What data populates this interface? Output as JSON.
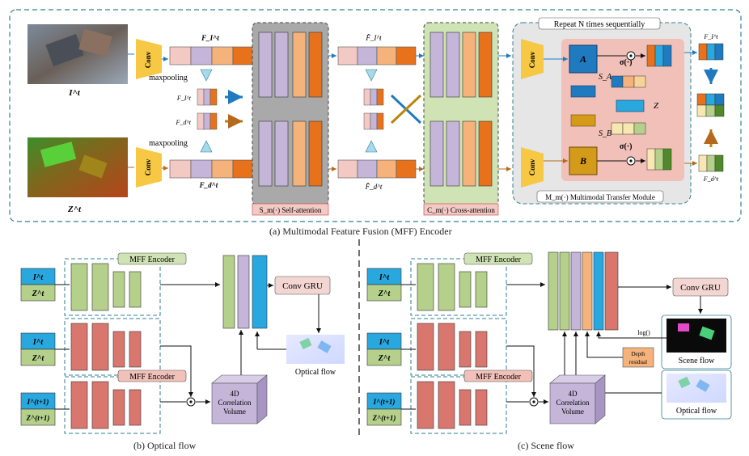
{
  "panel_a": {
    "caption": "(a) Multimodal Feature Fusion (MFF) Encoder",
    "input_rgb": "I^t",
    "input_depth": "Z^t",
    "conv": "Conv",
    "maxpooling": "maxpooling",
    "feat_top": "F_I^t",
    "feat_bottom": "F_d^t",
    "pool_top": "F_I^t",
    "pool_bottom": "F_d^t",
    "self_attention": "S_m(·) Self-attention",
    "cross_attention": "C_m(·) Cross-attention",
    "hat_top": "F̂_I^t",
    "hat_bottom": "F̂_d^t",
    "repeat": "Repeat N times sequentially",
    "transfer": "M_m(·) Multimodal Transfer Module",
    "A": "A",
    "B": "B",
    "Z": "Z",
    "SA": "S_A",
    "SB": "S_B",
    "sigma": "σ(·)",
    "out_top": "F_I^t",
    "out_bottom": "F_d^t"
  },
  "panel_b": {
    "caption": "(b) Optical flow",
    "mff_top": "MFF Encoder",
    "mff_bottom": "MFF Encoder",
    "conv_gru": "Conv GRU",
    "corr": "4D Correlation Volume",
    "output": "Optical flow",
    "in1a": "I^t",
    "in1b": "Z^t",
    "in2a": "I^t",
    "in2b": "Z^t",
    "in3a": "I^(t+1)",
    "in3b": "Z^(t+1)"
  },
  "panel_c": {
    "caption": "(c) Scene flow",
    "mff_top": "MFF Encoder",
    "mff_bottom": "MFF Encoder",
    "conv_gru": "Conv GRU",
    "corr": "4D Correlation Volume",
    "depth_residual": "Depth residual",
    "log": "log()",
    "output_scene": "Scene flow",
    "output_optical": "Optical flow",
    "in1a": "I^t",
    "in1b": "Z^t",
    "in2a": "I^t",
    "in2b": "Z^t",
    "in3a": "I^(t+1)",
    "in3b": "Z^(t+1)"
  },
  "colors": {
    "green": "#b5d08a",
    "red": "#d9776e",
    "purple": "#c4b5d9",
    "orange": "#e8721c",
    "cyan": "#29a7df",
    "yellow": "#f7c843",
    "teal": "#3a9bb5",
    "gray": "#a9a9a9",
    "pink": "#f3c9c3"
  }
}
